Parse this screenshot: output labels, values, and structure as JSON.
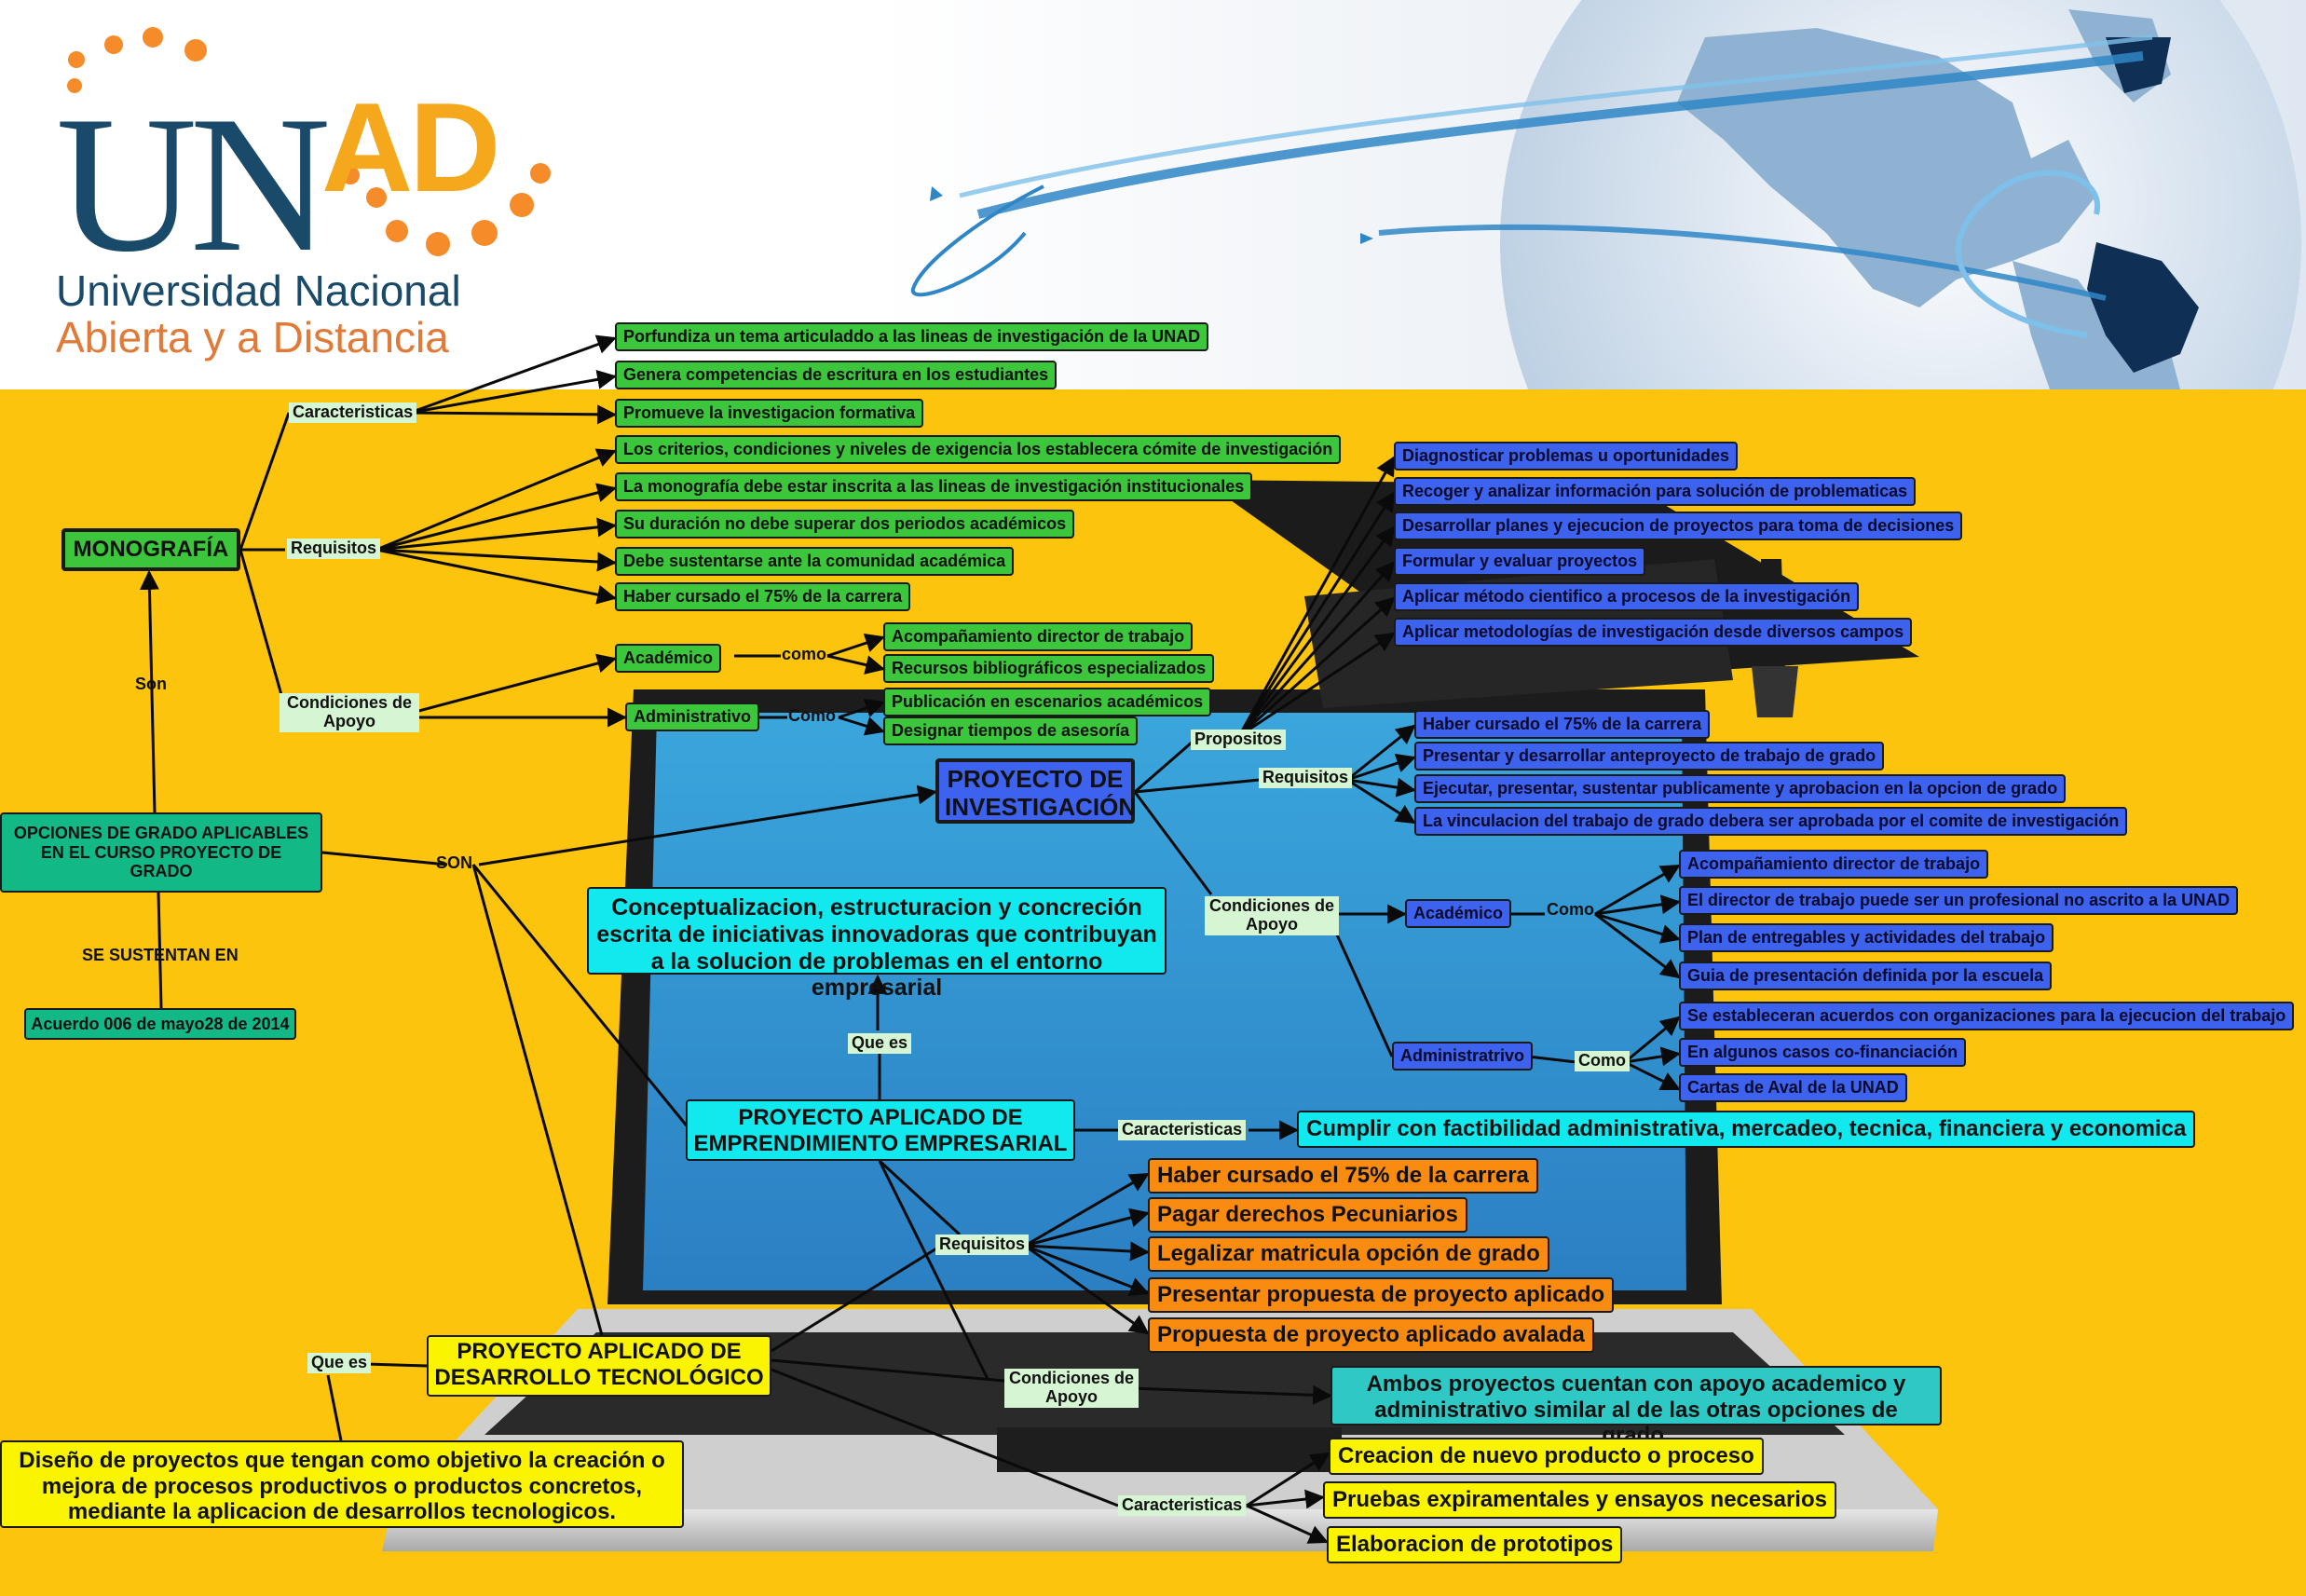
{
  "logo": {
    "letters": "UNAD",
    "line1": "Universidad Nacional",
    "line2": "Abierta y a  Distancia"
  },
  "colors": {
    "background": "#fcc40c",
    "green_node": "#3cc63c",
    "blue_node": "#3d62ee",
    "orange_node": "#f98b10",
    "yellow_node": "#fbf400",
    "cyan_node": "#11e9ee",
    "teal_node": "#12b886",
    "link_label": "#d6f5d2"
  },
  "root": {
    "title": "OPCIONES DE GRADO APLICABLES EN EL CURSO PROYECTO DE GRADO",
    "sustentan_label": "SE SUSTENTAN EN",
    "acuerdo": "Acuerdo 006 de mayo28 de 2014",
    "son_label": "Son",
    "son_upper_label": "SON"
  },
  "monografia": {
    "title": "MONOGRAFÍA",
    "caracteristicas_label": "Caracteristicas",
    "caracteristicas": [
      "Porfundiza un tema articuladdo a las lineas de investigación de la UNAD",
      "Genera competencias de escritura en los estudiantes",
      "Promueve la investigacion formativa"
    ],
    "requisitos_label": "Requisitos",
    "requisitos": [
      "Los criterios, condiciones y niveles de exigencia los establecera cómite de investigación",
      "La monografía debe estar inscrita a las lineas de investigación institucionales",
      "Su duración no debe superar dos periodos académicos",
      "Debe sustentarse ante la comunidad académica",
      "Haber cursado el 75% de la carrera"
    ],
    "condiciones_label": "Condiciones de Apoyo",
    "academico": "Académico",
    "como_label_1": "como",
    "academico_items": [
      "Acompañamiento director de trabajo",
      "Recursos bibliográficos especializados"
    ],
    "administrativo": "Administrativo",
    "como_label_2": "Como",
    "administrativo_items": [
      "Publicación en escenarios académicos",
      "Designar tiempos de asesoría"
    ]
  },
  "investigacion": {
    "title": "PROYECTO DE INVESTIGACIÓN",
    "propositos_label": "Propositos",
    "propositos": [
      "Diagnosticar problemas u oportunidades",
      "Recoger y analizar información para solución de problematicas",
      "Desarrollar planes y ejecucion de proyectos para toma de decisiones",
      "Formular y evaluar proyectos",
      "Aplicar método cientifico a procesos de la investigación",
      "Aplicar metodologías de investigación desde diversos campos"
    ],
    "requisitos_label": "Requisitos",
    "requisitos": [
      "Haber cursado el 75% de la carrera",
      "Presentar y desarrollar anteproyecto de trabajo de grado",
      "Ejecutar, presentar, sustentar publicamente y aprobacion en la opcion de grado",
      "La vinculacion del trabajo de grado debera ser aprobada por el comite de investigación"
    ],
    "condiciones_label": "Condiciones de Apoyo",
    "academico": "Académico",
    "como_label_1": "Como",
    "academico_items": [
      "Acompañamiento director de trabajo",
      "El director de trabajo puede ser un profesional no ascrito a la UNAD",
      "Plan de entregables y actividades del trabajo",
      "Guia de presentación definida por la escuela"
    ],
    "administrativo": "Administratrivo",
    "como_label_2": "Como",
    "administrativo_items": [
      "Se estableceran acuerdos con organizaciones para la ejecucion del trabajo",
      "En algunos casos co-financiación",
      "Cartas de Aval de la UNAD"
    ]
  },
  "emprendimiento": {
    "title": "PROYECTO APLICADO DE EMPRENDIMIENTO EMPRESARIAL",
    "que_es_label": "Que es",
    "definicion": "Conceptualizacion, estructuracion y concreción escrita de iniciativas innovadoras que contribuyan a la solucion de problemas en el entorno empresarial",
    "caracteristicas_label": "Caracteristicas",
    "caracteristica": "Cumplir con factibilidad administrativa, mercadeo, tecnica, financiera y economica",
    "requisitos_label": "Requisitos",
    "requisitos": [
      "Haber cursado el 75% de la carrera",
      "Pagar derechos Pecuniarios",
      "Legalizar matricula opción de grado",
      "Presentar propuesta de proyecto aplicado",
      "Propuesta de proyecto aplicado avalada"
    ]
  },
  "tecnologico": {
    "title": "PROYECTO APLICADO DE DESARROLLO TECNOLÓGICO",
    "que_es_label": "Que es",
    "definicion": "Diseño de proyectos que tengan como objetivo la creación o mejora de procesos productivos o productos concretos, mediante la aplicacion de desarrollos tecnologicos.",
    "condiciones_label": "Condiciones de Apoyo",
    "condiciones_text": "Ambos proyectos cuentan con apoyo academico y administrativo similar al de las otras opciones de grado.",
    "caracteristicas_label": "Caracteristicas",
    "caracteristicas": [
      "Creacion de nuevo producto o proceso",
      "Pruebas expiramentales y ensayos necesarios",
      "Elaboracion de prototipos"
    ]
  }
}
